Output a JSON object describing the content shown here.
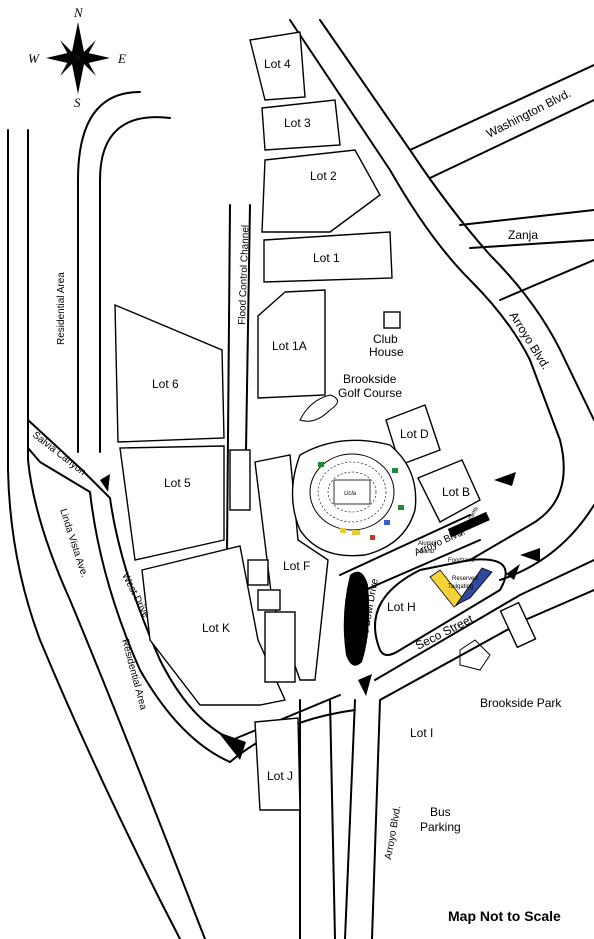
{
  "compass": {
    "n": "N",
    "s": "S",
    "e": "E",
    "w": "W"
  },
  "lots": {
    "lot4": "Lot 4",
    "lot3": "Lot 3",
    "lot2": "Lot 2",
    "lot1": "Lot 1",
    "lot1a": "Lot 1A",
    "lot6": "Lot 6",
    "lot5": "Lot 5",
    "lotk": "Lot K",
    "lotf": "Lot F",
    "lotd": "Lot D",
    "lotb": "Lot B",
    "loth": "Lot H",
    "loti": "Lot I",
    "lotj": "Lot J"
  },
  "roads": {
    "washington": "Washington Blvd.",
    "zanja": "Zanja",
    "arroyo_upper": "Arroyo Blvd.",
    "arroyo_mid": "Arroyo Blvd.",
    "arroyo_lower": "Arroyo Blvd.",
    "seco": "Seco Street",
    "west_drive": "West Drive",
    "linda_vista": "Linda Vista Ave.",
    "salvia": "Salvia Canyon",
    "flood": "Flood Control Channel",
    "rose_bowl_drive": "Rose Bowl Drive"
  },
  "places": {
    "residential_area_top": "Residential Area",
    "residential_area_bottom": "Residential Area",
    "club": "Club",
    "house": "House",
    "brookside": "Brookside",
    "golf_course": "Golf Course",
    "brookside_park": "Brookside Park",
    "bus": "Bus",
    "parking": "Parking",
    "alumni": "Alumni",
    "band": "Band",
    "foodzone": "Foodzone",
    "restaurants": "Restaurants",
    "reserved": "Reserved",
    "tailgating": "Tailgating",
    "stadium_logo": "Ucla"
  },
  "footer": {
    "note": "Map Not to Scale"
  }
}
